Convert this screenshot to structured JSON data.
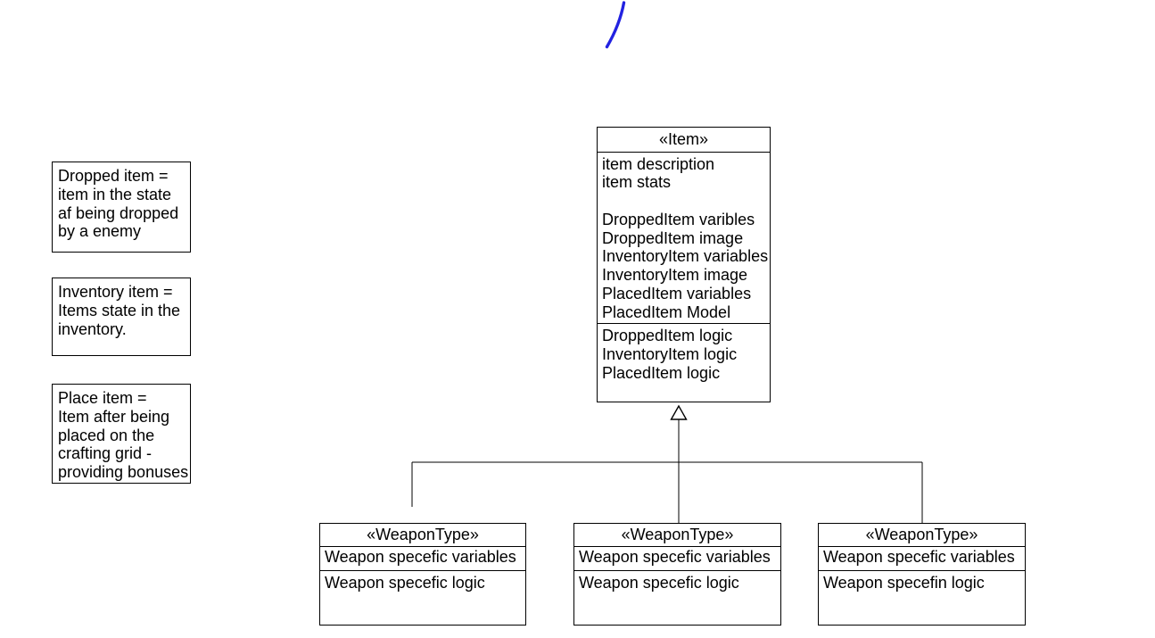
{
  "colors": {
    "background": "#ffffff",
    "line": "#000000",
    "pen_stroke": "#2222e1"
  },
  "notes": [
    {
      "lines": [
        "Dropped item =",
        "item in the state",
        "af being dropped",
        "by a enemy"
      ]
    },
    {
      "lines": [
        "Inventory item =",
        "Items state in the",
        "inventory."
      ]
    },
    {
      "lines": [
        "Place item =",
        "Item after being",
        "placed on the",
        "crafting grid -",
        "providing bonuses"
      ]
    }
  ],
  "item_class": {
    "stereotype": "«Item»",
    "attributes": [
      "item description",
      "item stats",
      "",
      "DroppedItem varibles",
      "DroppedItem image",
      "InventoryItem variables",
      "InventoryItem image",
      "PlacedItem variables",
      "PlacedItem Model"
    ],
    "methods": [
      "DroppedItem logic",
      "InventoryItem logic",
      "PlacedItem logic"
    ]
  },
  "weapon_classes": [
    {
      "stereotype": "«WeaponType»",
      "attributes": [
        "Weapon specefic variables"
      ],
      "methods": [
        "Weapon specefic logic"
      ]
    },
    {
      "stereotype": "«WeaponType»",
      "attributes": [
        "Weapon specefic variables"
      ],
      "methods": [
        "Weapon specefic logic"
      ]
    },
    {
      "stereotype": "«WeaponType»",
      "attributes": [
        "Weapon specefic variables"
      ],
      "methods": [
        "Weapon specefin logic"
      ]
    }
  ]
}
